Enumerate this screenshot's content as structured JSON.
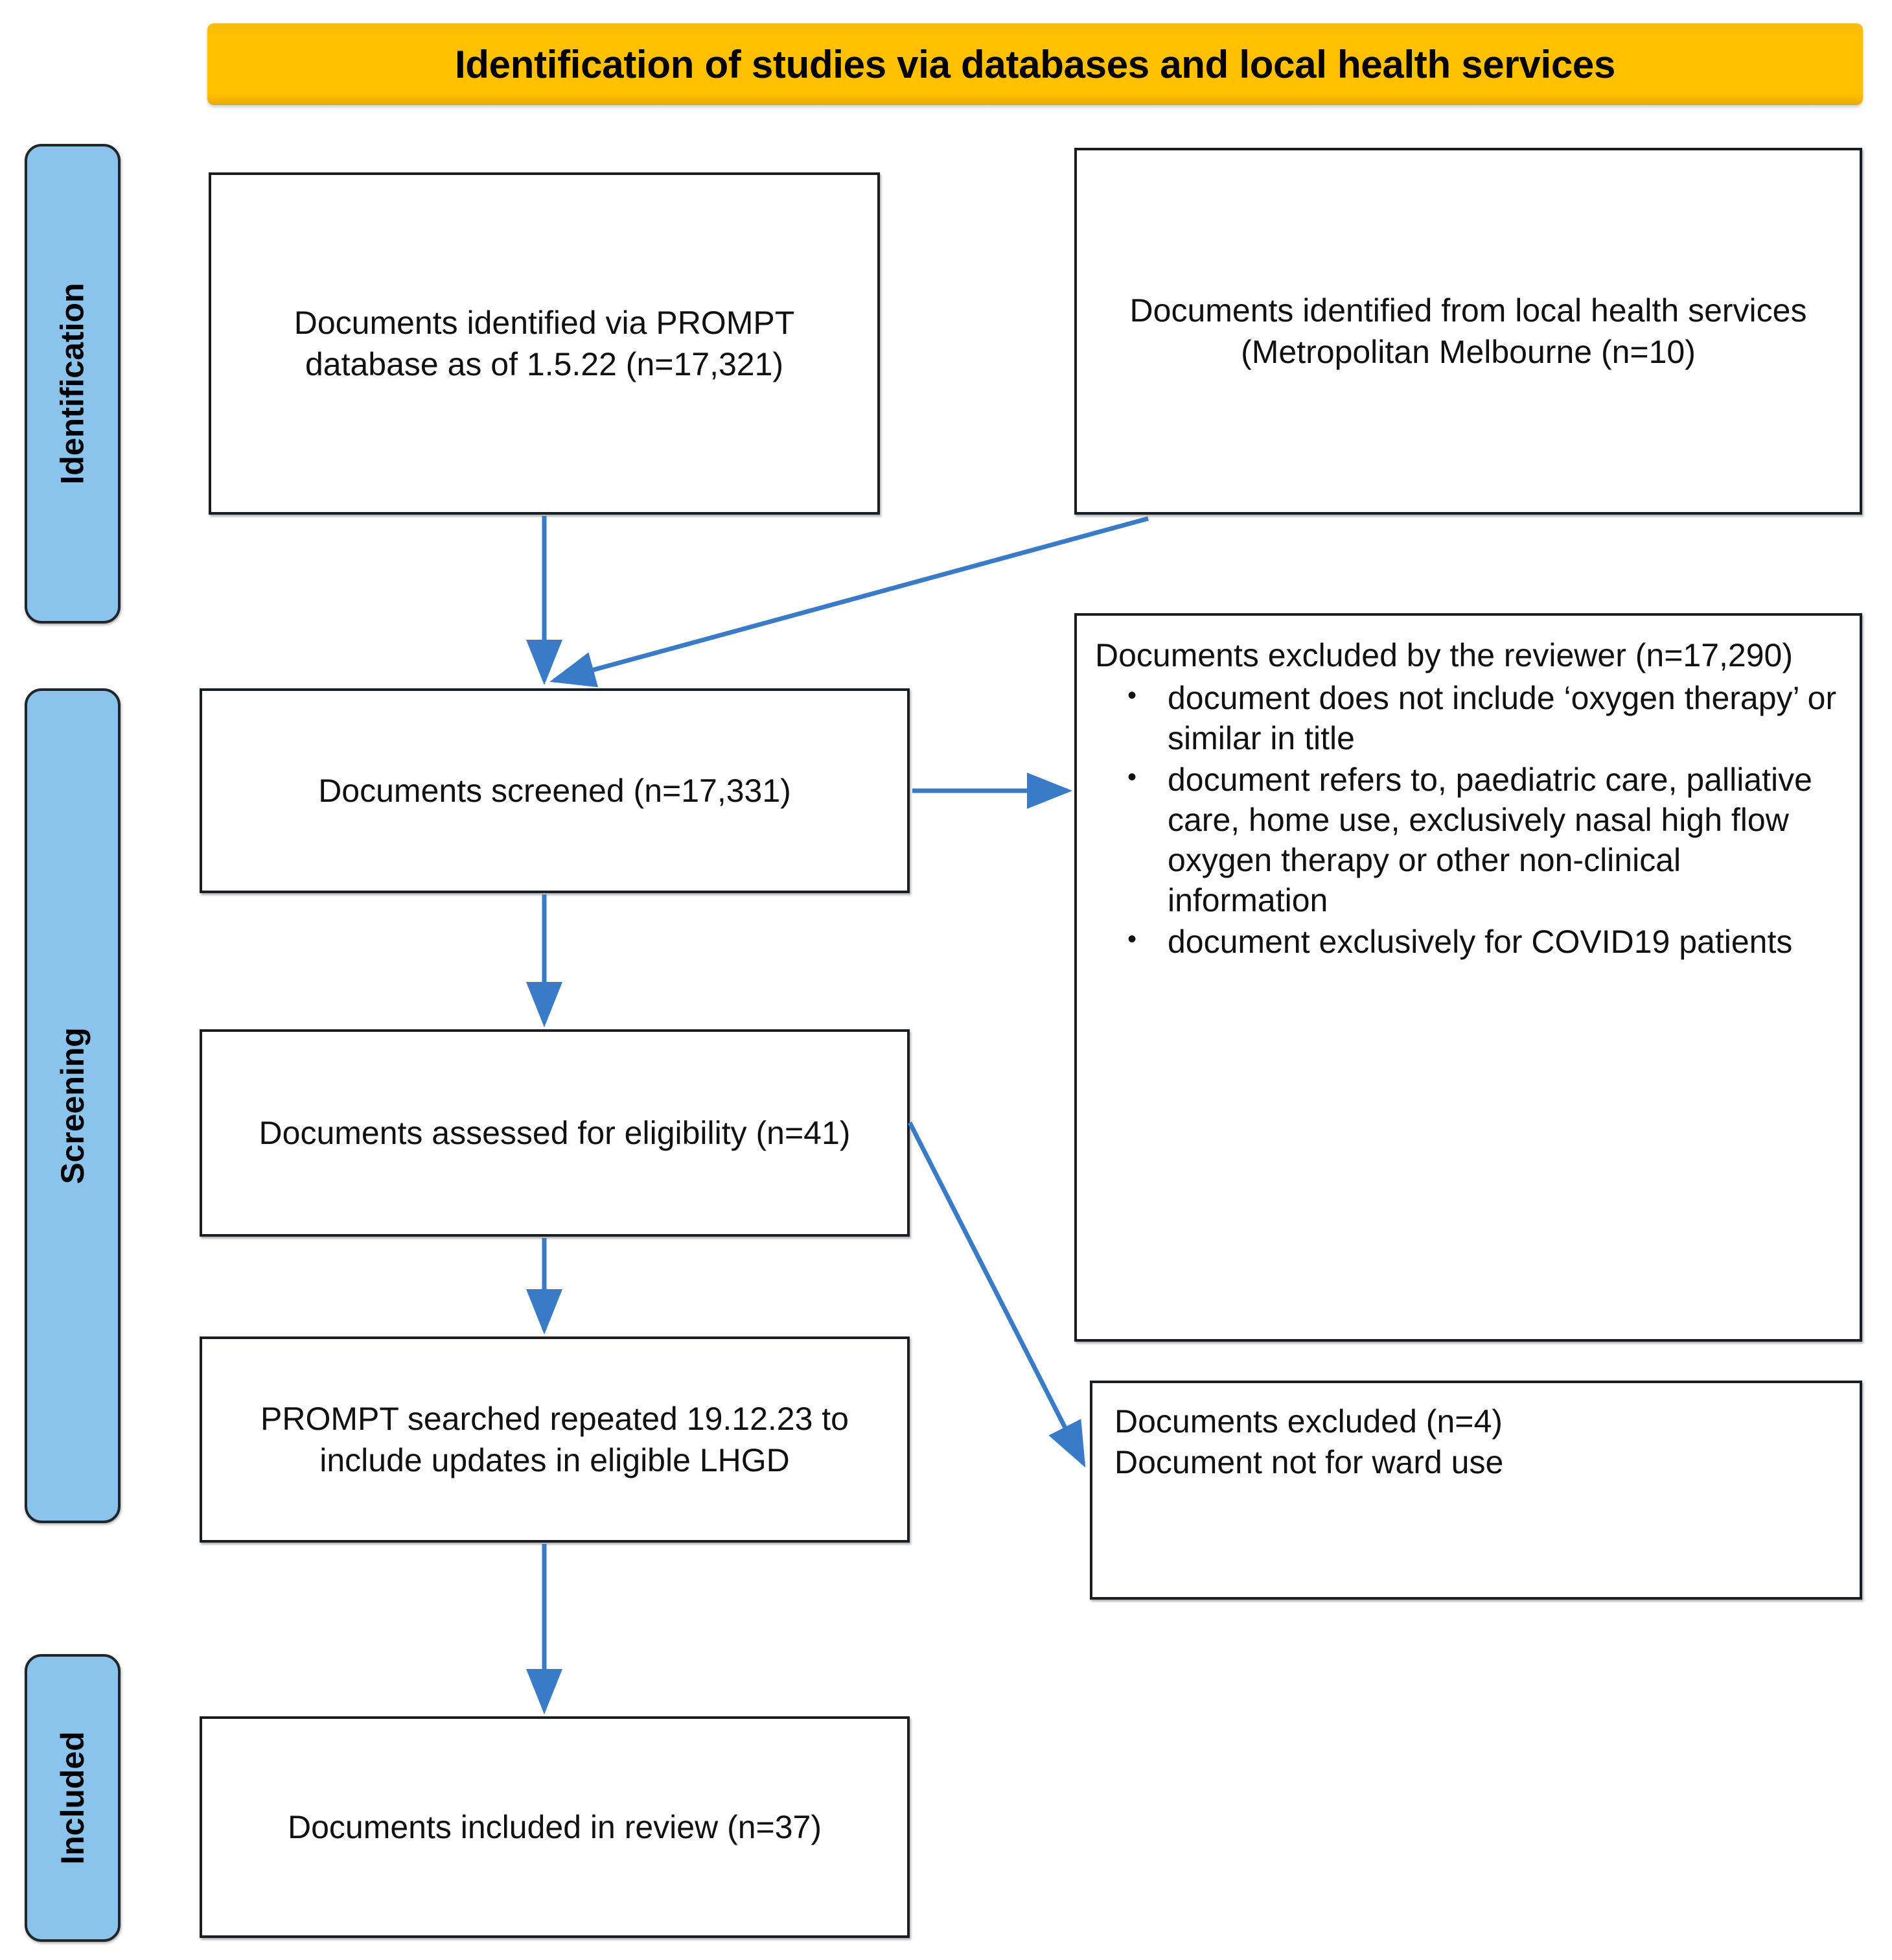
{
  "title": {
    "text": "Identification of studies via databases and local health services",
    "bg_color": "#FFC000"
  },
  "stages": [
    {
      "id": "identification",
      "label": "Identification",
      "bg_color": "#8AC4EC"
    },
    {
      "id": "screening",
      "label": "Screening",
      "bg_color": "#8AC4EC"
    },
    {
      "id": "included",
      "label": "Included",
      "bg_color": "#8AC4EC"
    }
  ],
  "boxes": {
    "prompt_db": "Documents identified via PROMPT database as of 1.5.22 (n=17,321)",
    "local_health_services": "Documents identified from local health services (Metropolitan Melbourne (n=10)",
    "screened": "Documents screened (n=17,331)",
    "eligibility": "Documents assessed for eligibility (n=41)",
    "prompt_repeat": "PROMPT searched repeated 19.12.23 to include updates in eligible LHGD",
    "included": "Documents included in review (n=37)",
    "excluded_reviewer_heading": "Documents excluded by the reviewer (n=17,290)",
    "excluded_reviewer_bullets": [
      "document does not include ‘oxygen therapy’ or similar in title",
      "document refers to, paediatric care, palliative care, home use, exclusively nasal high flow oxygen therapy or other non-clinical information",
      "document exclusively for COVID19 patients"
    ],
    "excluded_four": "Documents excluded (n=4)\nDocument not for ward use"
  },
  "chart_data": {
    "type": "diagram",
    "title": "Identification of studies via databases and local health services",
    "nodes": [
      {
        "id": "prompt_db",
        "stage": "Identification",
        "label": "Documents identified via PROMPT database as of 1.5.22 (n=17,321)",
        "n": 17321
      },
      {
        "id": "local_health_services",
        "stage": "Identification",
        "label": "Documents identified from local health services (Metropolitan Melbourne (n=10)",
        "n": 10
      },
      {
        "id": "screened",
        "stage": "Screening",
        "label": "Documents screened (n=17,331)",
        "n": 17331
      },
      {
        "id": "excluded_reviewer",
        "stage": "Screening",
        "label": "Documents excluded by the reviewer (n=17,290)",
        "n": 17290
      },
      {
        "id": "eligibility",
        "stage": "Screening",
        "label": "Documents assessed for eligibility (n=41)",
        "n": 41
      },
      {
        "id": "excluded_four",
        "stage": "Screening",
        "label": "Documents excluded (n=4) Document not for ward use",
        "n": 4
      },
      {
        "id": "prompt_repeat",
        "stage": "Screening",
        "label": "PROMPT searched repeated 19.12.23 to include updates in eligible LHGD",
        "n": null
      },
      {
        "id": "included",
        "stage": "Included",
        "label": "Documents included in review (n=37)",
        "n": 37
      }
    ],
    "edges": [
      {
        "from": "prompt_db",
        "to": "screened"
      },
      {
        "from": "local_health_services",
        "to": "screened"
      },
      {
        "from": "screened",
        "to": "excluded_reviewer"
      },
      {
        "from": "screened",
        "to": "eligibility"
      },
      {
        "from": "eligibility",
        "to": "excluded_four"
      },
      {
        "from": "eligibility",
        "to": "prompt_repeat"
      },
      {
        "from": "prompt_repeat",
        "to": "included"
      }
    ],
    "edge_color": "#3A7BC8"
  }
}
